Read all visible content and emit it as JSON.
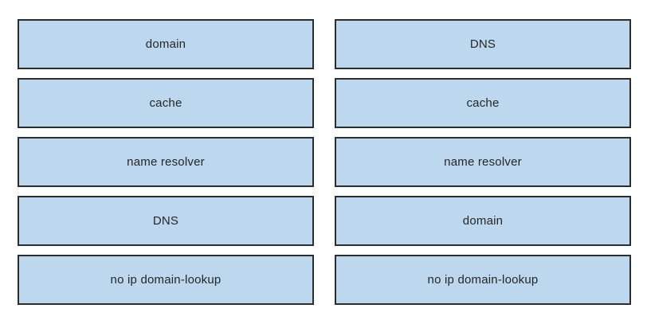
{
  "panel": {
    "left_column": {
      "items": [
        "domain",
        "cache",
        "name resolver",
        "DNS",
        "no ip domain-lookup"
      ]
    },
    "right_column": {
      "items": [
        "DNS",
        "cache",
        "name resolver",
        "domain",
        "no ip domain-lookup"
      ]
    }
  },
  "colors": {
    "box_fill": "#bdd7ee",
    "box_border": "#2d2d2d",
    "text": "#262626",
    "background": "#ffffff"
  }
}
